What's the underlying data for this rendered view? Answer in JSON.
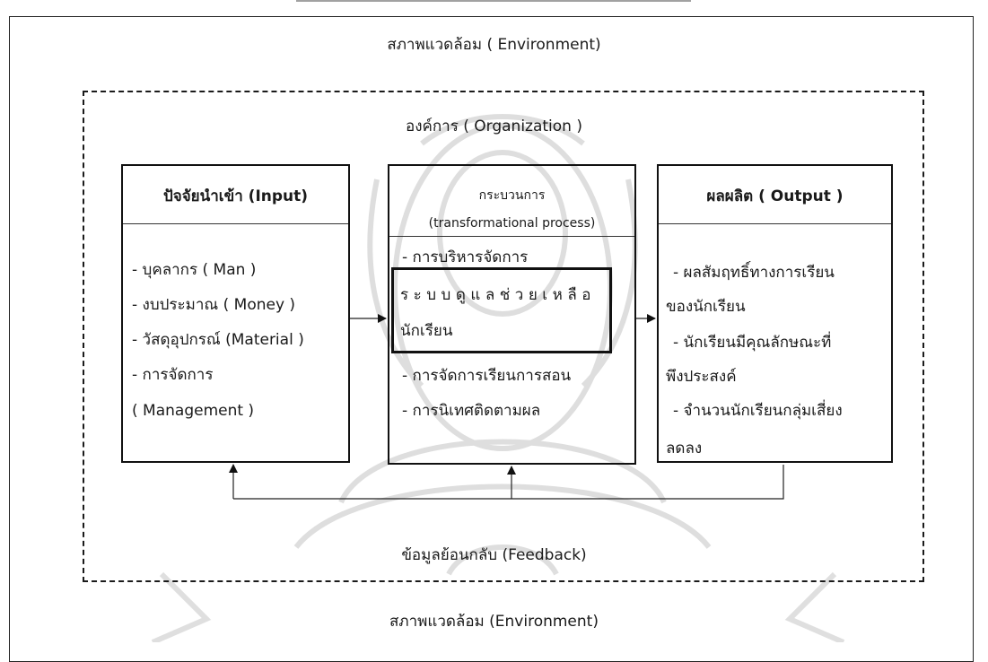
{
  "environment_top": "สภาพแวดล้อม ( Environment)",
  "environment_bottom": "สภาพแวดล้อม (Environment)",
  "organization": "องค์การ ( Organization )",
  "feedback": "ข้อมูลย้อนกลับ (Feedback)",
  "input": {
    "title": "ปัจจัยนำเข้า (Input)",
    "items": [
      "- บุคลากร ( Man )",
      "- งบประมาณ ( Money )",
      "- วัสดุอุปกรณ์ (Material )",
      "- การจัดการ",
      "( Management  )"
    ]
  },
  "process": {
    "title_line1": "กระบวนการ",
    "title_line2": "(transformational process)",
    "item1": "- การบริหารจัดการ",
    "focus_line1": "ระบบดูแลช่วยเหลือ",
    "focus_line2": "นักเรียน",
    "item2": "- การจัดการเรียนการสอน",
    "item3": "- การนิเทศติดตามผล"
  },
  "output": {
    "title": "ผลผลิต ( Output )",
    "items": [
      "- ผลสัมฤทธิ์ทางการเรียน",
      "ของนักเรียน",
      "- นักเรียนมีคุณลักษณะที่",
      "พึงประสงค์",
      "- จำนวนนักเรียนกลุ่มเสี่ยง",
      "ลดลง"
    ]
  }
}
